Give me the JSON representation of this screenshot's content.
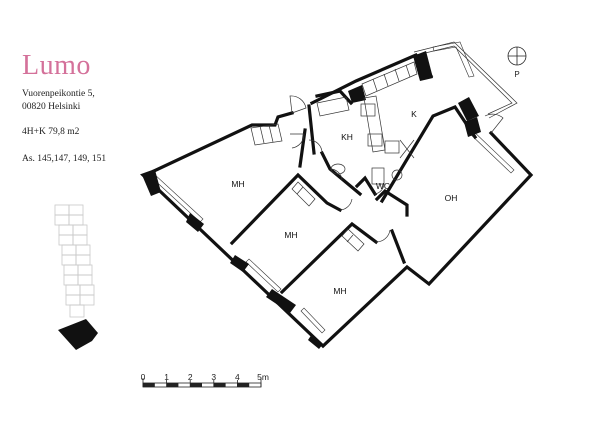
{
  "brand": {
    "name": "Lumo",
    "color": "#d4719a"
  },
  "address": {
    "line1": "Vuorenpeikontie 5,",
    "line2": "00820 Helsinki"
  },
  "apartment_type": "4H+K 79,8 m2",
  "apartment_numbers": "As. 145,147, 149, 151",
  "rooms": {
    "mh1": "MH",
    "mh2": "MH",
    "mh3": "MH",
    "kh": "KH",
    "wc": "WC",
    "k": "K",
    "oh": "OH"
  },
  "compass": {
    "label": "P"
  },
  "scale": {
    "ticks": [
      "0",
      "1",
      "2",
      "3",
      "4",
      "5m"
    ]
  }
}
